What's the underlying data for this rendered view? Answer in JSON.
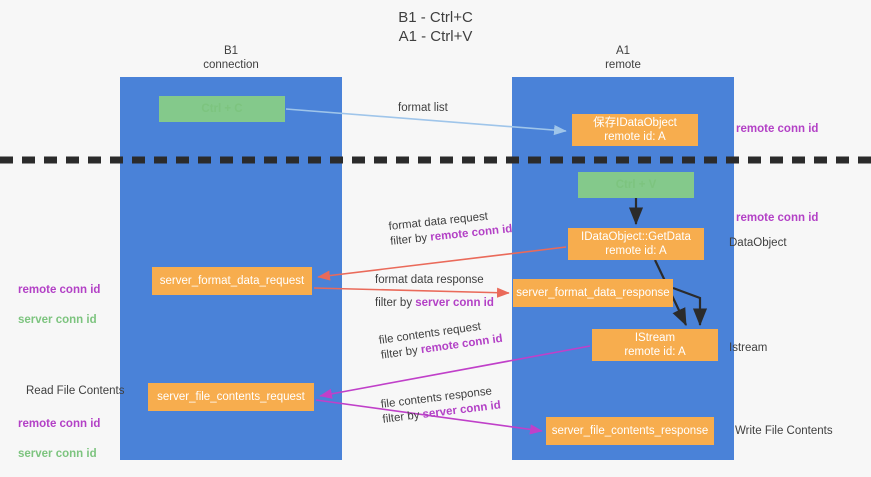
{
  "title": "B1 - Ctrl+C\nA1 - Ctrl+V",
  "colors": {
    "lane": "#4a82d8",
    "green_node": "#84c98b",
    "orange_node": "#f7ad4e",
    "purple_text": "#b341c6",
    "green_text": "#7dc47f",
    "background": "#f7f7f7",
    "divider": "#2b2b2b",
    "arrow_blue": "#9fc5ea",
    "arrow_red": "#ea6a5a",
    "arrow_magenta": "#c040c9",
    "arrow_dark": "#2b2b2b"
  },
  "lanes": [
    {
      "id": "b1",
      "title": "B1\nconnection"
    },
    {
      "id": "a1",
      "title": "A1\nremote"
    }
  ],
  "nodes": {
    "ctrl_c": "Ctrl + C",
    "save_dataobject": "保存IDataObject\nremote id: A",
    "ctrl_v": "Ctrl + V",
    "getdata": "IDataObject::GetData\nremote id: A",
    "server_format_data_request": "server_format_data_request",
    "server_format_data_response": "server_format_data_response",
    "istream": "IStream\nremote id: A",
    "server_file_contents_request": "server_file_contents_request",
    "server_file_contents_response": "server_file_contents_response"
  },
  "edge_labels": {
    "format_list": "format list",
    "format_data_request_line1": "format data request",
    "format_data_request_line2_prefix": "filter by ",
    "format_data_request_line2_key": "remote conn id",
    "format_data_response_line1": "format data response",
    "format_data_response_line2_prefix": "filter by ",
    "format_data_response_line2_key": "server conn id",
    "file_contents_request_line1": "file contents request",
    "file_contents_request_line2_prefix": "filter by ",
    "file_contents_request_line2_key": "remote conn id",
    "file_contents_response_line1": "file contents response",
    "file_contents_response_line2_prefix": "filter by ",
    "file_contents_response_line2_key": "server conn id"
  },
  "annotations": {
    "right_remote_conn_id_top": "remote conn id",
    "right_remote_conn_id_mid": "remote conn id",
    "right_dataobject": "DataObject",
    "right_istream": "Istream",
    "right_write_file_contents": "Write File Contents",
    "left_remote_conn_id_mid": "remote conn id",
    "left_server_conn_id_mid": "server conn id",
    "left_read_file_contents": "Read File Contents",
    "left_remote_conn_id_bottom": "remote conn id",
    "left_server_conn_id_bottom": "server conn id"
  }
}
